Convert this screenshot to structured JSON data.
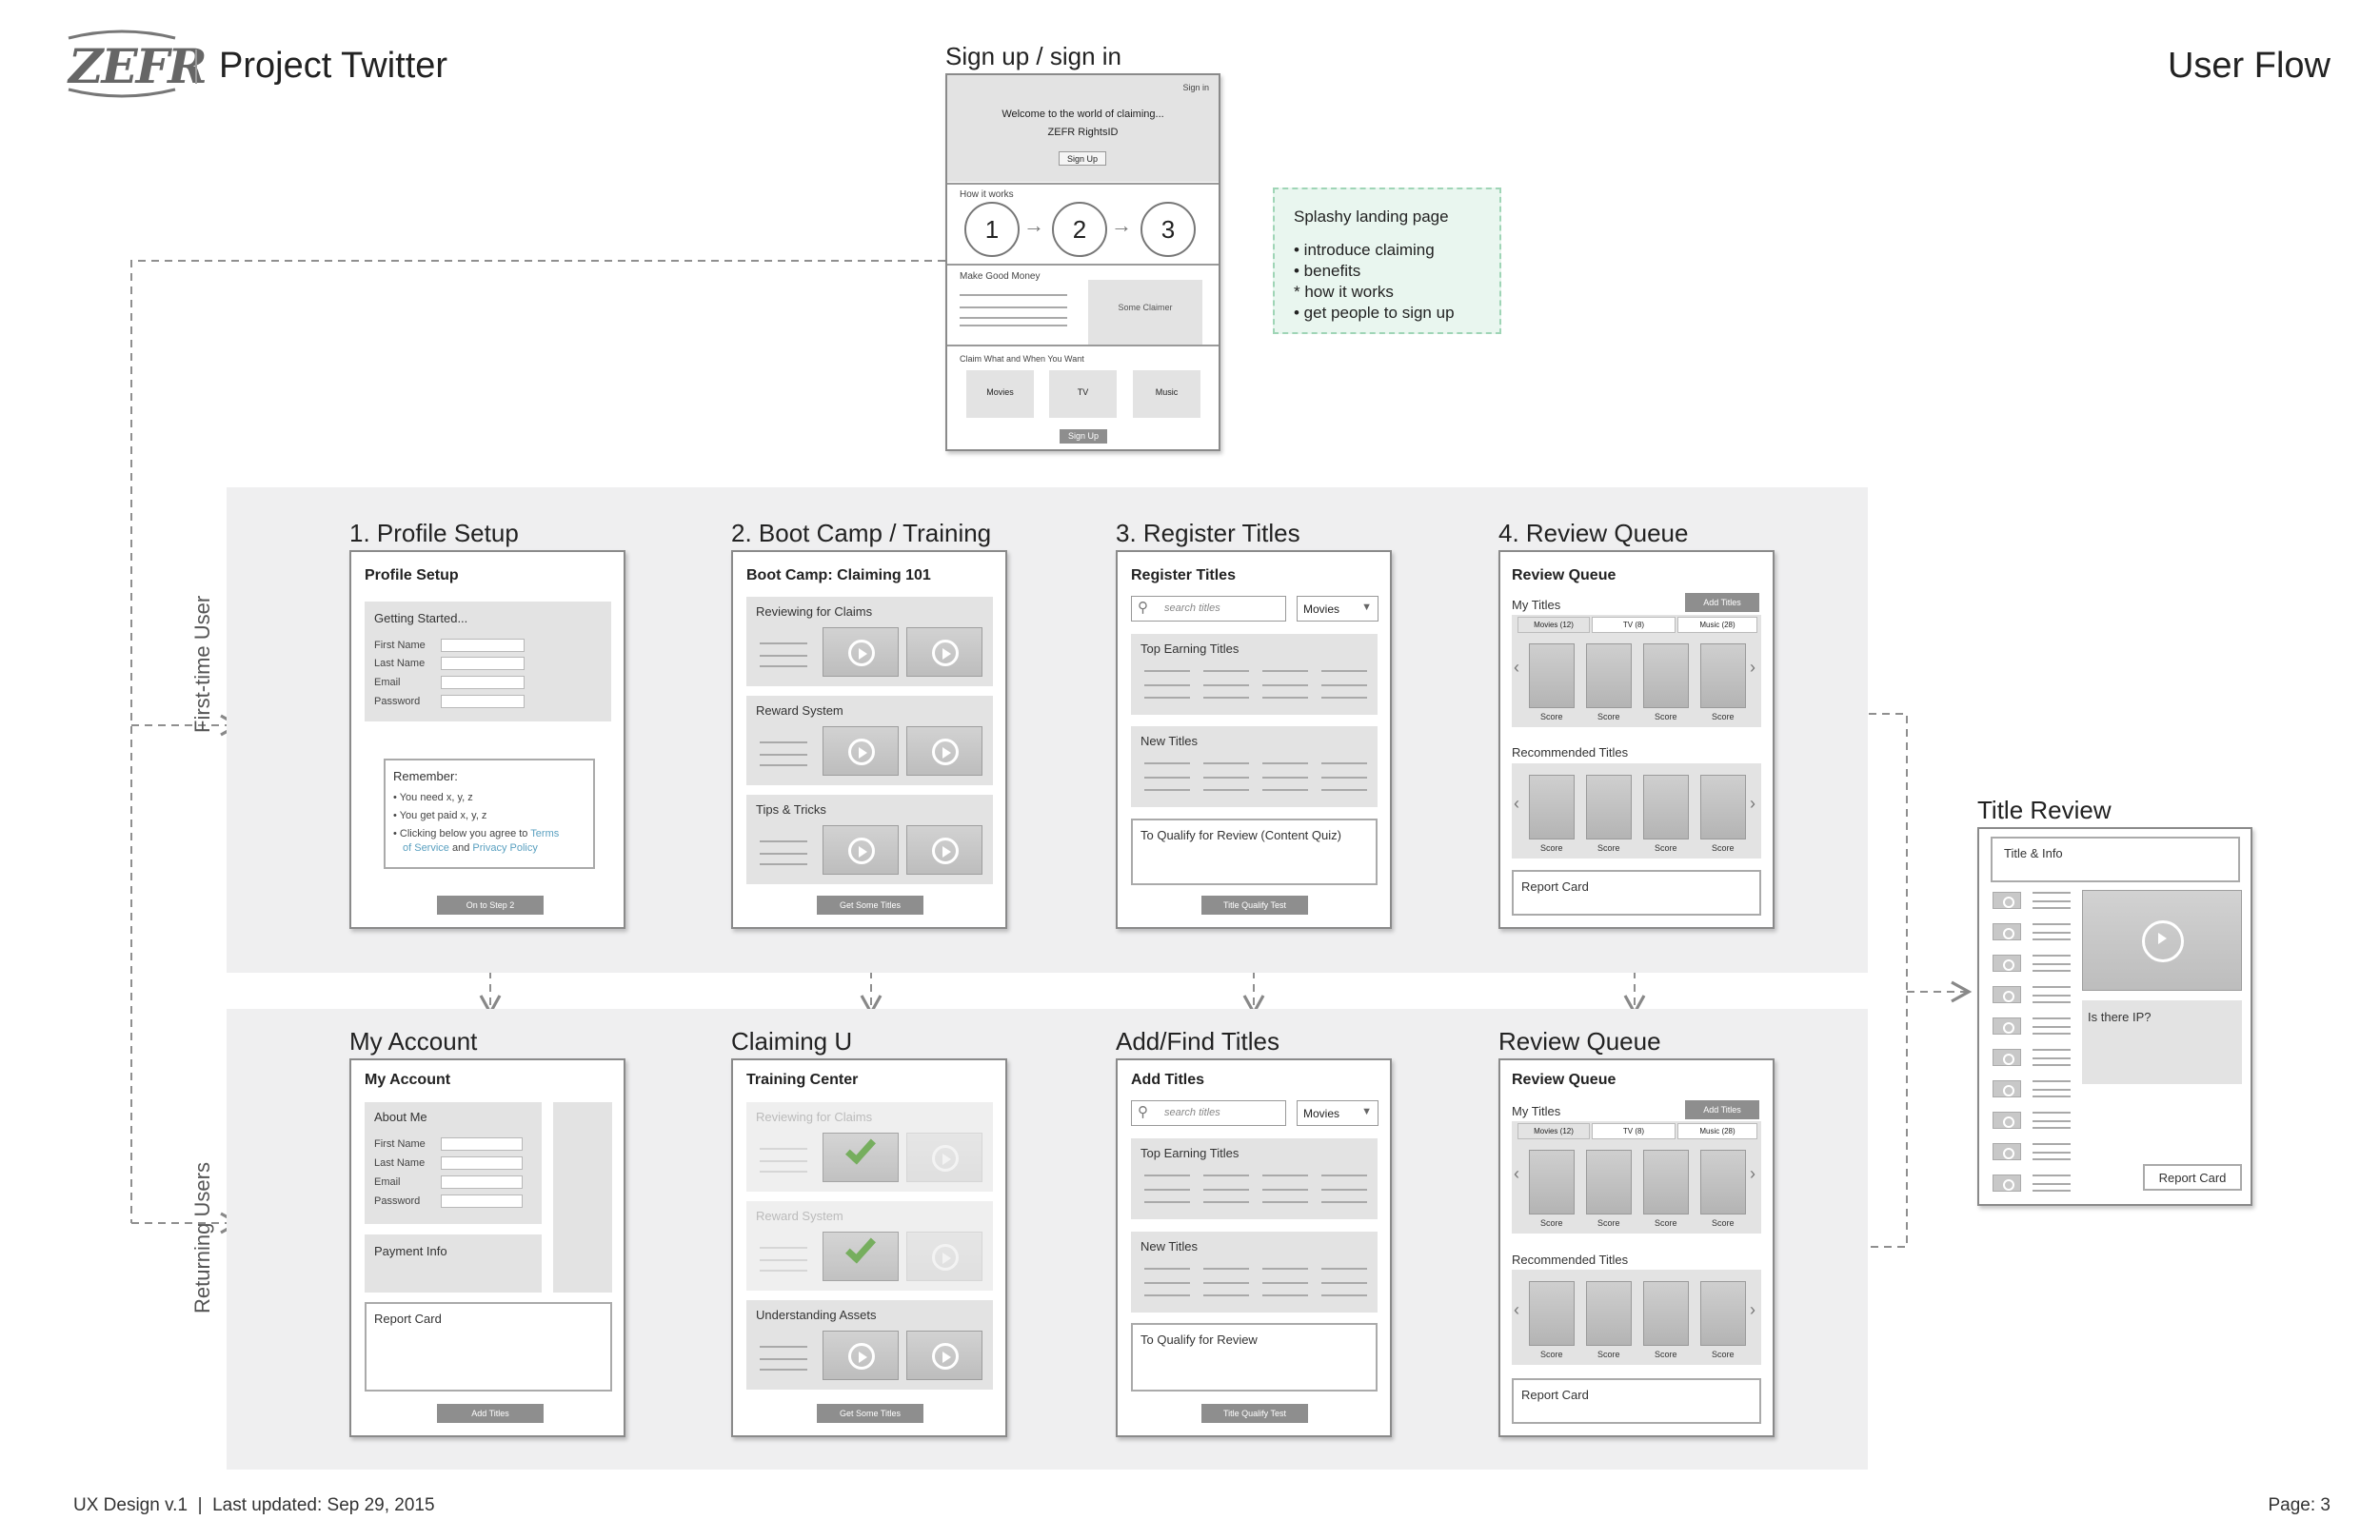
{
  "header": {
    "logo_text": "ZEFR",
    "project": "Project Twitter",
    "doc_title": "User Flow"
  },
  "footer": {
    "version": "UX Design v.1",
    "separator": "|",
    "updated": "Last updated: Sep 29, 2015",
    "page": "Page: 3"
  },
  "signup": {
    "title": "Sign up / sign in",
    "signin": "Sign in",
    "welcome": "Welcome to the world of claiming...",
    "brand": "ZEFR RightsID",
    "signup_btn": "Sign Up",
    "how": "How it works",
    "steps": [
      "1",
      "2",
      "3"
    ],
    "money": "Make Good Money",
    "claimer": "Some Claimer",
    "claim": "Claim What and When You Want",
    "cats": [
      "Movies",
      "TV",
      "Music"
    ],
    "signup_btn2": "Sign Up"
  },
  "note": {
    "title": "Splashy landing page",
    "items": [
      "• introduce claiming",
      "• benefits",
      "* how it works",
      "• get people to sign up"
    ]
  },
  "rows": {
    "first": "First-time User",
    "returning": "Returning Users"
  },
  "steps": {
    "s1": {
      "title": "1. Profile Setup",
      "heading": "Profile Setup",
      "getting": "Getting Started...",
      "fields": [
        "First Name",
        "Last Name",
        "Email",
        "Password"
      ],
      "remember": "Remember:",
      "bullets": [
        "• You need x, y, z",
        "• You get paid x, y, z",
        "• Clicking below you agree to"
      ],
      "terms": "Terms",
      "of_service": "of Service",
      "and": "and",
      "privacy": "Privacy Policy",
      "button": "On to Step 2"
    },
    "s2": {
      "title": "2. Boot Camp / Training",
      "heading": "Boot Camp: Claiming 101",
      "sections": [
        "Reviewing for Claims",
        "Reward System",
        "Tips & Tricks"
      ],
      "button": "Get Some Titles"
    },
    "s3": {
      "title": "3. Register Titles",
      "heading": "Register Titles",
      "search": "search titles",
      "select": "Movies",
      "top": "Top Earning Titles",
      "new": "New Titles",
      "qualify": "To Qualify for Review (Content Quiz)",
      "button": "Title Qualify Test"
    },
    "s4": {
      "title": "4. Review Queue",
      "heading": "Review Queue",
      "my_titles": "My Titles",
      "add": "Add Titles",
      "tabs": [
        "Movies (12)",
        "TV (8)",
        "Music (28)"
      ],
      "score": "Score",
      "recommended": "Recommended Titles",
      "report": "Report Card"
    }
  },
  "returning": {
    "r1": {
      "title": "My Account",
      "heading": "My Account",
      "about": "About Me",
      "fields": [
        "First Name",
        "Last Name",
        "Email",
        "Password"
      ],
      "payment": "Payment Info",
      "report": "Report Card",
      "button": "Add Titles"
    },
    "r2": {
      "title": "Claiming U",
      "heading": "Training Center",
      "sections": [
        "Reviewing for Claims",
        "Reward System",
        "Understanding Assets"
      ],
      "button": "Get Some Titles"
    },
    "r3": {
      "title": "Add/Find Titles",
      "heading": "Add Titles",
      "search": "search titles",
      "select": "Movies",
      "top": "Top Earning Titles",
      "new": "New Titles",
      "qualify": "To Qualify for Review",
      "button": "Title Qualify Test"
    },
    "r4": {
      "title": "Review Queue",
      "heading": "Review Queue",
      "my_titles": "My Titles",
      "add": "Add Titles",
      "tabs": [
        "Movies (12)",
        "TV (8)",
        "Music (28)"
      ],
      "score": "Score",
      "recommended": "Recommended Titles",
      "report": "Report Card"
    }
  },
  "title_review": {
    "title": "Title Review",
    "info": "Title & Info",
    "ip": "Is there IP?",
    "report": "Report Card"
  }
}
